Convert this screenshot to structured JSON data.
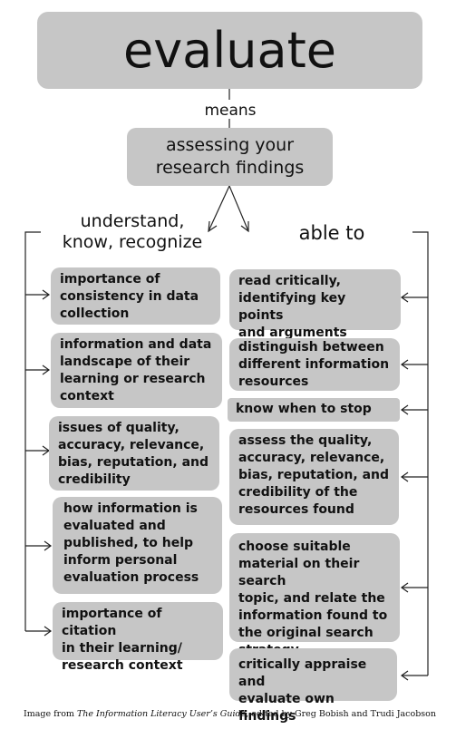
{
  "title": "evaluate",
  "means": "means",
  "assessing": [
    "assessing your",
    "research findings"
  ],
  "left_heading": [
    "understand,",
    "know, recognize"
  ],
  "right_heading": "able to",
  "left_items": [
    [
      "importance of",
      "consistency in data",
      "collection"
    ],
    [
      "information and data",
      "landscape of their",
      "learning or research",
      "context"
    ],
    [
      "issues of quality,",
      "accuracy, relevance,",
      "bias, reputation, and",
      "credibility"
    ],
    [
      "how information is",
      "evaluated and",
      "published, to help",
      "inform personal",
      "evaluation process"
    ],
    [
      "importance of citation",
      "in their learning/",
      "research context"
    ]
  ],
  "right_items": [
    [
      "read critically,",
      "identifying key points",
      "and arguments"
    ],
    [
      "distinguish between",
      "different information",
      "resources"
    ],
    [
      "know when to stop"
    ],
    [
      "assess the quality,",
      "accuracy, relevance,",
      "bias, reputation, and",
      "credibility of the",
      "resources found"
    ],
    [
      "choose suitable",
      "material on their search",
      "topic, and relate the",
      "information found to",
      "the original search",
      "strategy"
    ],
    [
      "critically appraise and",
      "evaluate own findings"
    ]
  ],
  "credit": {
    "prefix": "Image from ",
    "book": "The Information Literacy User’s Guide",
    "suffix": ", edited by Greg Bobish and Trudi Jacobson"
  },
  "colors": {
    "box": "#c6c6c6",
    "text": "#111111",
    "line": "#222222"
  }
}
